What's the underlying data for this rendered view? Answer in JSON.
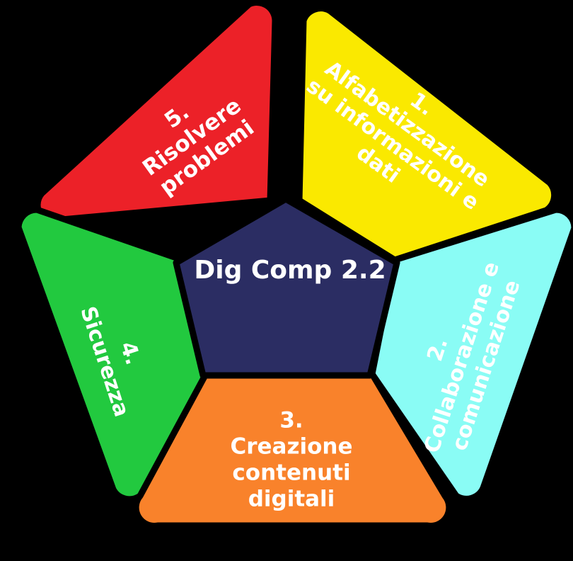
{
  "figure": {
    "title": "DigComp 2.2 competence areas wheel",
    "background_color": "#000000",
    "center": {
      "label": "Dig Comp 2.2",
      "color": "#2B2D63",
      "outline_color": "#000000"
    },
    "petals": [
      {
        "id": "petal-1",
        "number": "1.",
        "name": "Alfabetizzazione su informazioni e dati",
        "line1": "1.",
        "line2": "Alfabetizzazione",
        "line3": "su informazioni e",
        "line4": "dati",
        "color": "#FAE900",
        "text_color": "#FFFFFF",
        "rotation": 36,
        "position": "top-right"
      },
      {
        "id": "petal-2",
        "number": "2.",
        "name": "Collaborazione e comunicazione",
        "line1": "2.",
        "line2": "Collaborazione e",
        "line3": "comunicazione",
        "color": "#8AFCF5",
        "text_color": "#FFFFFF",
        "rotation": -72,
        "position": "right"
      },
      {
        "id": "petal-3",
        "number": "3.",
        "name": "Creazione contenuti digitali",
        "line1": "3.",
        "line2": "Creazione",
        "line3": "contenuti",
        "line4": "digitali",
        "color": "#F9822B",
        "text_color": "#FFFFFF",
        "rotation": 0,
        "position": "bottom"
      },
      {
        "id": "petal-4",
        "number": "4.",
        "name": "Sicurezza",
        "line1": "4.",
        "line2": "Sicurezza",
        "color": "#22C93F",
        "text_color": "#FFFFFF",
        "rotation": 72,
        "position": "left"
      },
      {
        "id": "petal-5",
        "number": "5.",
        "name": "Risolvere problemi",
        "line1": "5.",
        "line2": "Risolvere",
        "line3": "problemi",
        "color": "#EC2128",
        "text_color": "#FFFFFF",
        "rotation": -36,
        "position": "top-left"
      }
    ]
  }
}
